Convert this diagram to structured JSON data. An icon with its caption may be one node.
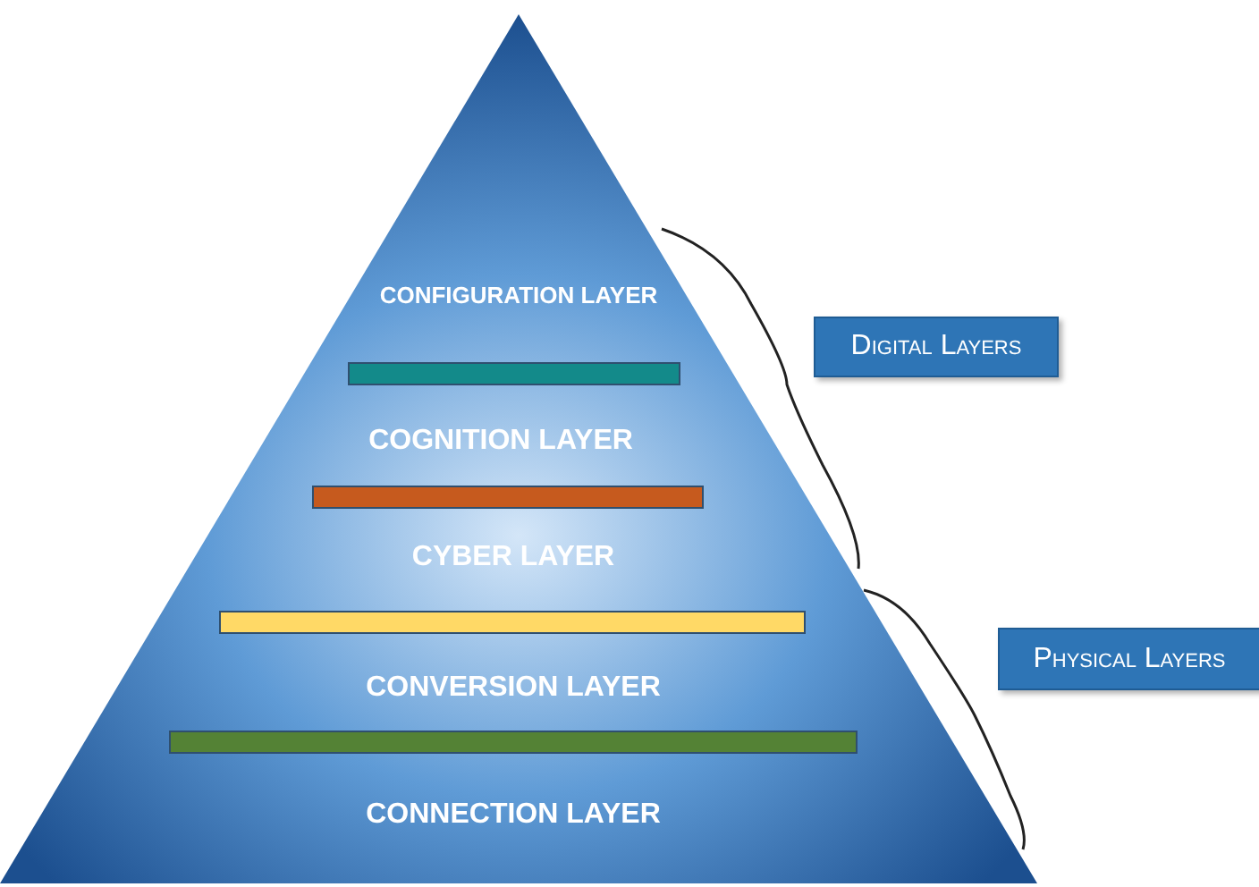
{
  "diagram": {
    "nodes": [
      {
        "text": [
          "CONFIGURATION LAYER"
        ]
      },
      {
        "text": [
          "COGNITION LAYER"
        ]
      },
      {
        "text": [
          "CYBER LAYER"
        ]
      },
      {
        "text": [
          "CONVERSION LAYER"
        ]
      },
      {
        "text": [
          "CONNECTION LAYER"
        ]
      },
      {
        "text": [
          "Digital Layers"
        ]
      },
      {
        "text": [
          "Physical Layers"
        ]
      }
    ]
  }
}
